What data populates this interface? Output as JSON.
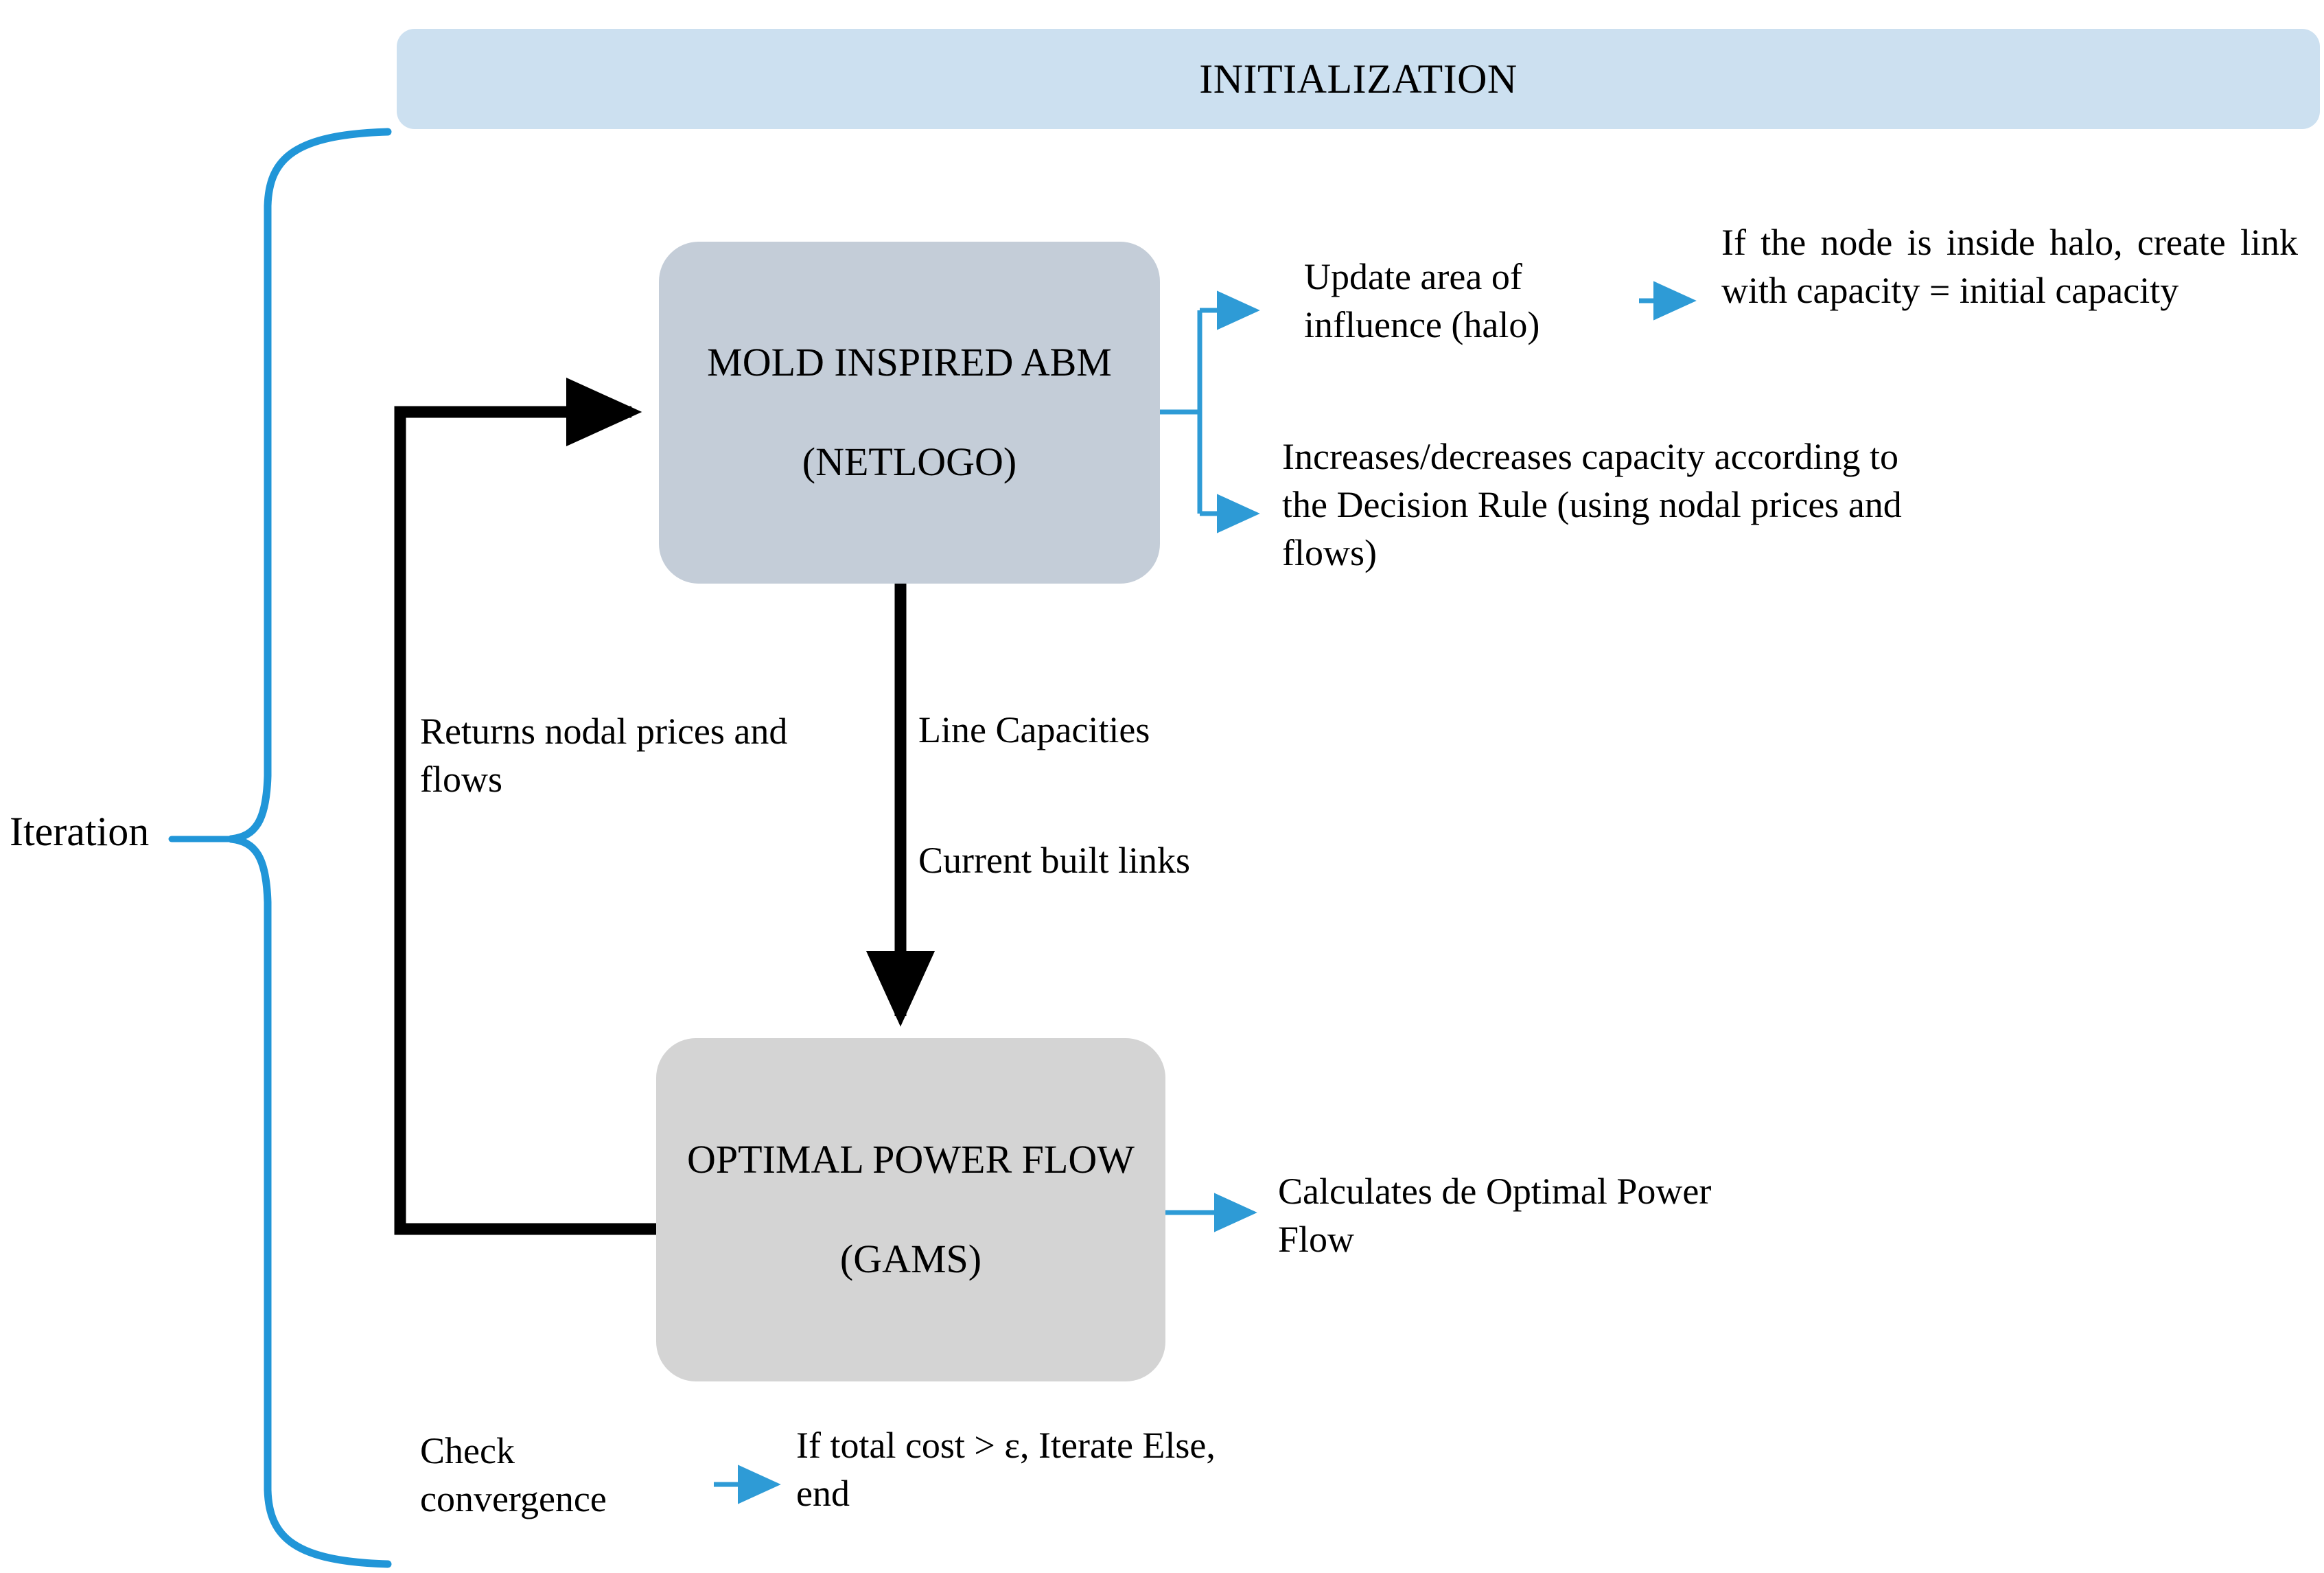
{
  "banner": {
    "title": "INITIALIZATION",
    "color": "#cce0f0"
  },
  "loop": {
    "label": "Iteration",
    "brace_color": "#2196d8"
  },
  "nodes": {
    "abm": {
      "title": "MOLD INSPIRED ABM",
      "subtitle": "(NETLOGO)",
      "fill": "#c4cdd8"
    },
    "opf": {
      "title": "OPTIMAL POWER FLOW",
      "subtitle": "(GAMS)",
      "fill": "#d4d4d4"
    }
  },
  "annotations": {
    "update_halo": "Update area of influence (halo)",
    "inside_halo": "If the node is inside halo, create link with capacity = initial capacity",
    "increase_decrease": "Increases/decreases capacity according to the Decision Rule (using nodal prices and flows)",
    "returns_nodal": "Returns nodal prices and flows",
    "line_capacities": "Line Capacities",
    "current_built_links": "Current built links",
    "calculates_opf": "Calculates de Optimal Power Flow",
    "check_convergence": "Check convergence",
    "if_total_cost": "If total cost > ε, Iterate Else, end"
  },
  "colors": {
    "blue_arrow": "#2e9bd6",
    "black_arrow": "#000000",
    "background": "#ffffff"
  }
}
